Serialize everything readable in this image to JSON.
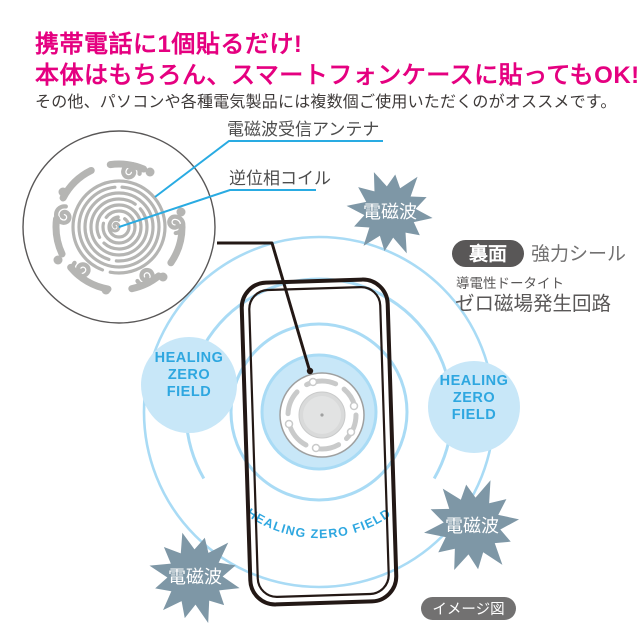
{
  "header": {
    "line1": "携帯電話に1個貼るだけ!",
    "line2": "本体はもちろん、スマートフォンケースに貼ってもOK!",
    "note": "その他、パソコンや各種電気製品には複数個ご使用いただくのがオススメです。"
  },
  "sticker_labels": {
    "antenna": "電磁波受信アンテナ",
    "coil": "逆位相コイル"
  },
  "back_info": {
    "badge": "裏面",
    "adhesive": "強力シール",
    "material": "導電性ドータイト",
    "circuit": "ゼロ磁場発生回路"
  },
  "field": {
    "circle_lines": [
      "HEALING",
      "ZERO",
      "FIELD"
    ],
    "arc_text": "HEALING ZERO FIELD"
  },
  "wave_label": "電磁波",
  "caption": "イメージ図",
  "colors": {
    "accent_pink": "#E50080",
    "body_text": "#3E3A39",
    "leader_blue": "#29ABE2",
    "field_text_blue": "#2EA7E0",
    "field_fill_blue": "#C8E7F8",
    "ring_blue": "#A9DBF5",
    "wave_burst": "#7E97A6",
    "coil_gray": "#B5B5B3",
    "phone_ink": "#231815",
    "badge_dark": "#595757",
    "badge_gray": "#727171"
  }
}
